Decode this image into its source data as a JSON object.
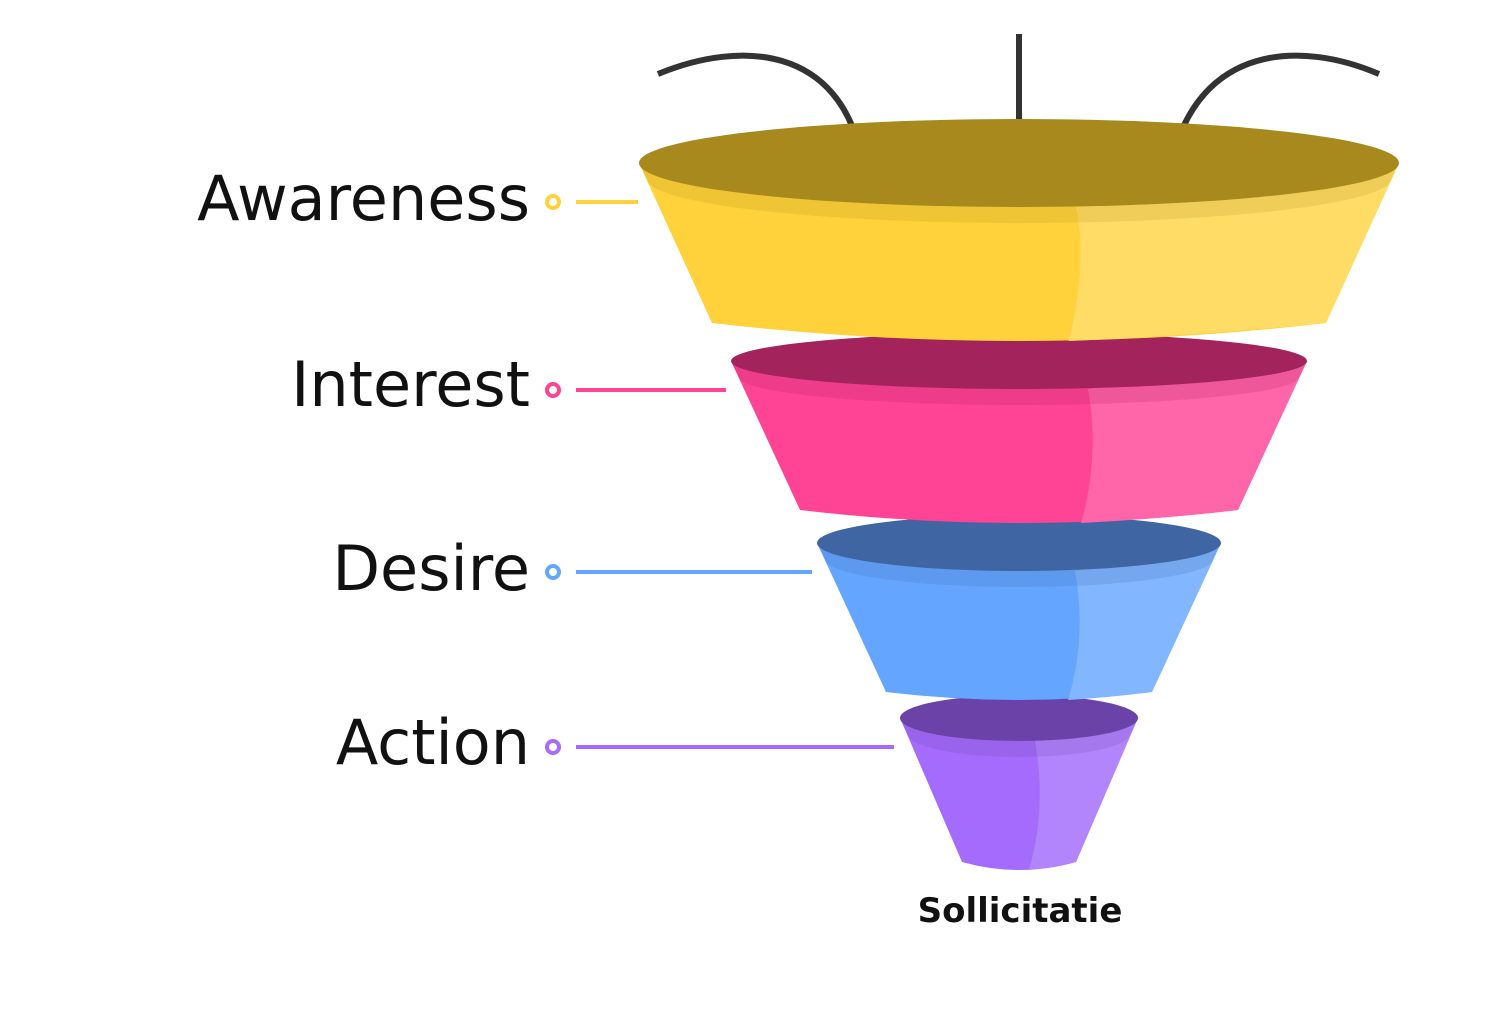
{
  "stages": [
    {
      "label": "Awareness",
      "color": "#FFD23B",
      "light": "#FFDC66",
      "dark": "#A8891E"
    },
    {
      "label": "Interest",
      "color": "#FF4395",
      "light": "#FF65A9",
      "dark": "#A3245D"
    },
    {
      "label": "Desire",
      "color": "#64A5FF",
      "light": "#82B6FF",
      "dark": "#3F66A3"
    },
    {
      "label": "Action",
      "color": "#A56BFC",
      "light": "#B385FD",
      "dark": "#6B43A8"
    }
  ],
  "caption": "Sollicitatie",
  "arrow_color": "#333333"
}
